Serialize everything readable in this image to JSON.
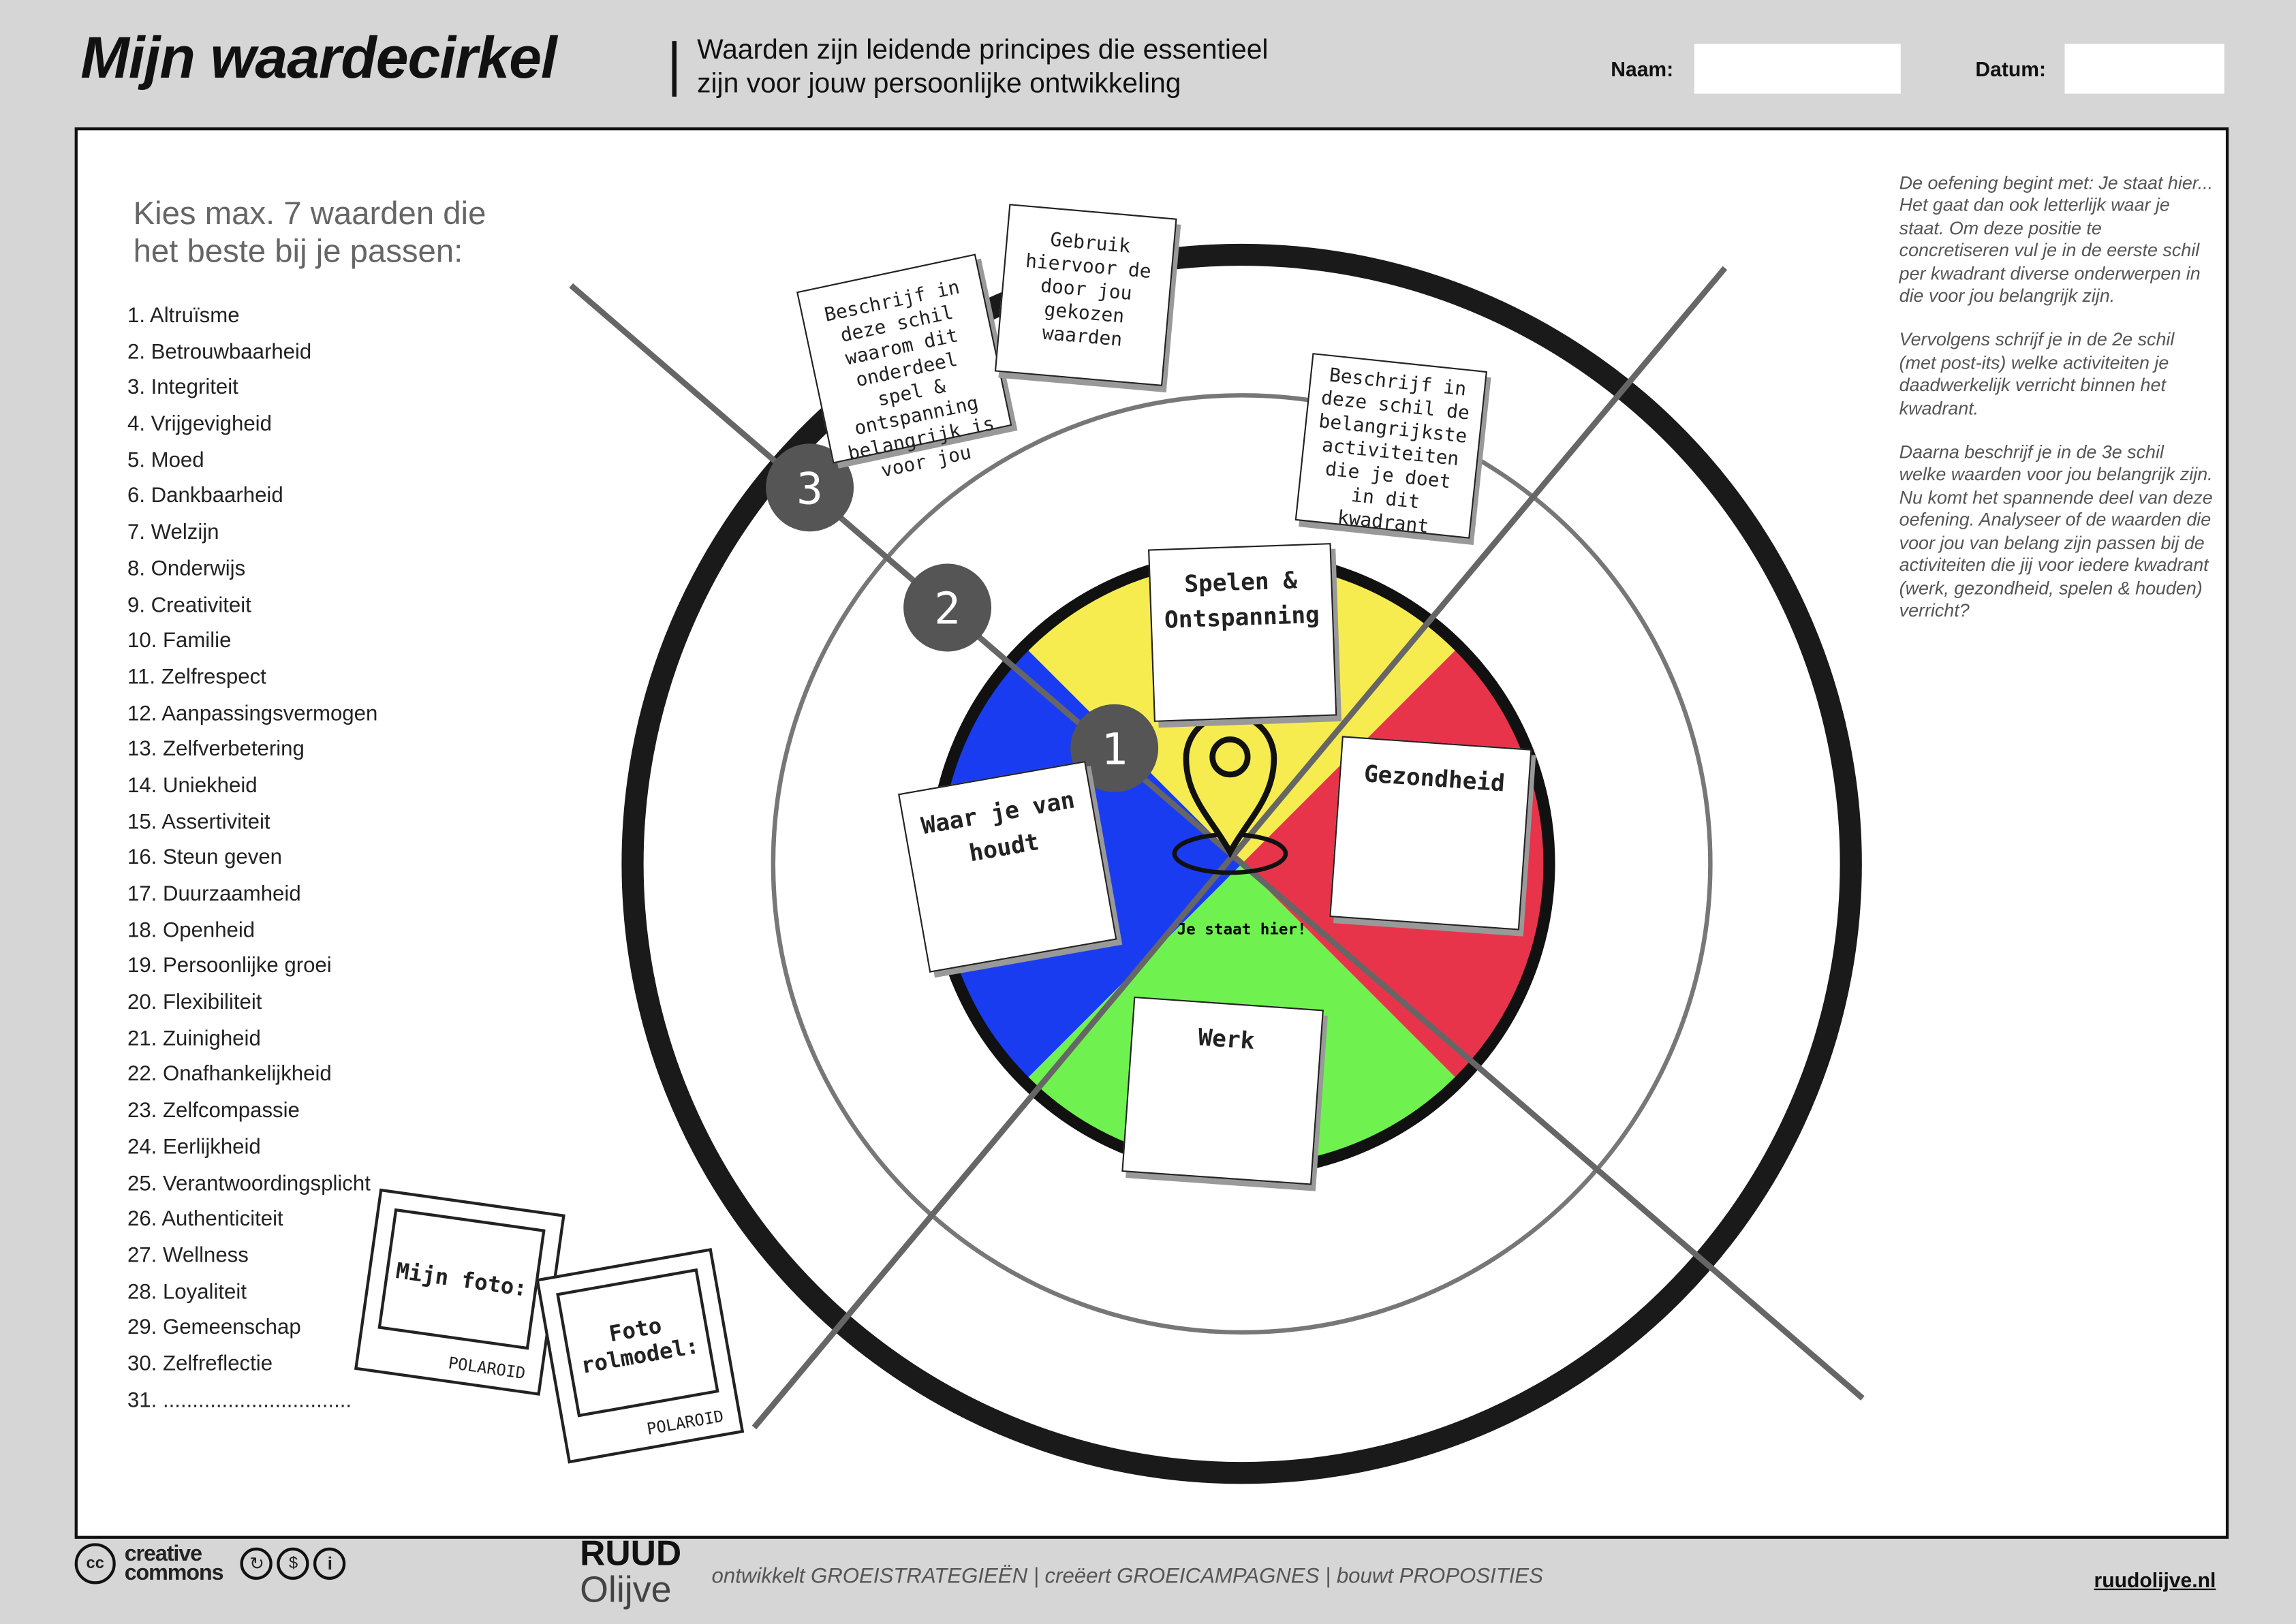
{
  "header": {
    "title": "Mijn waardecirkel",
    "subtitle_line1": "Waarden zijn leidende principes die essentieel",
    "subtitle_line2": "zijn voor jouw persoonlijke ontwikkeling",
    "name_label": "Naam:",
    "name_value": "",
    "date_label": "Datum:",
    "date_value": ""
  },
  "values_panel": {
    "heading_line1": "Kies max. 7 waarden die",
    "heading_line2": "het beste bij je passen:",
    "items": [
      "1. Altruïsme",
      "2. Betrouwbaarheid",
      "3. Integriteit",
      "4. Vrijgevigheid",
      "5. Moed",
      "6. Dankbaarheid",
      "7. Welzijn",
      "8. Onderwijs",
      "9. Creativiteit",
      "10. Familie",
      "11. Zelfrespect",
      "12. Aanpassingsvermogen",
      "13. Zelfverbetering",
      "14. Uniekheid",
      "15. Assertiviteit",
      "16. Steun geven",
      "17. Duurzaamheid",
      "18. Openheid",
      "19. Persoonlijke groei",
      "20. Flexibiliteit",
      "21. Zuinigheid",
      "22. Onafhankelijkheid",
      "23. Zelfcompassie",
      "24. Eerlijkheid",
      "25. Verantwoordingsplicht",
      "26. Authenticiteit",
      "27. Wellness",
      "28. Loyaliteit",
      "29. Gemeenschap",
      "30. Zelfreflectie",
      "31. ................................"
    ]
  },
  "explanation": {
    "p1": "De oefening begint met: Je staat hier... Het gaat dan ook letterlijk waar je staat. Om deze positie te concretiseren vul je in de eerste schil per kwadrant diverse onderwerpen in die voor jou belangrijk zijn.",
    "p2": "Vervolgens schrijf je in de 2e schil (met post-its) welke activiteiten je daadwerkelijk verricht binnen het kwadrant.",
    "p3": "Daarna beschrijf je in de 3e schil welke waarden voor jou belangrijk zijn. Nu komt het spannende deel van deze oefening. Analyseer of de waarden die voor jou van belang zijn passen bij de activiteiten die jij voor iedere kwadrant (werk, gezondheid, spelen & houden) verricht?"
  },
  "circle": {
    "rings": [
      "1",
      "2",
      "3"
    ],
    "center_label": "Je staat hier!",
    "quadrants": {
      "top": {
        "label": "Spelen & Ontspanning",
        "color": "#f7ec4f"
      },
      "right": {
        "label": "Gezondheid",
        "color": "#e8344a"
      },
      "bottom": {
        "label": "Werk",
        "color": "#6ff24f"
      },
      "left": {
        "label": "Waar je van houdt",
        "color": "#1a3cf0"
      }
    },
    "notes": {
      "ring3": "Beschrijf in deze schil waarom dit onderdeel spel & ontspanning belangrijk is voor jou",
      "values_hint": "Gebruik hiervoor de door jou gekozen waarden",
      "ring2": "Beschrijf in deze schil de belangrijkste activiteiten die je doet in dit kwadrant"
    }
  },
  "polaroids": {
    "own": "Mijn foto:",
    "role_model": "Foto rolmodel:",
    "brand": "POLAROID"
  },
  "footer": {
    "cc_line1": "creative",
    "cc_line2": "commons",
    "logo_line1": "RUUD",
    "logo_line2": "Olijve",
    "tagline": "ontwikkelt GROEISTRATEGIEËN  | creëert GROEICAMPAGNES | bouwt PROPOSITIES",
    "website": "ruudolijve.nl"
  }
}
